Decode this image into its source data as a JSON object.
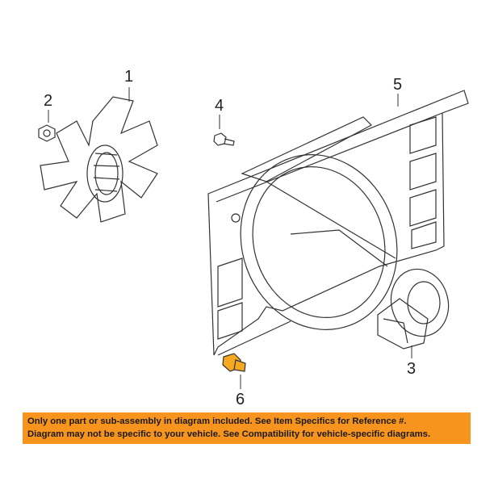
{
  "callouts": {
    "c1": "1",
    "c2": "2",
    "c3": "3",
    "c4": "4",
    "c5": "5",
    "c6": "6"
  },
  "banner": {
    "line1": "Only one part or sub-assembly in diagram included. See Item Specifics for Reference #.",
    "line2": "Diagram may not be specific to your vehicle. See Compatibility for vehicle-specific diagrams."
  },
  "colors": {
    "highlight": "#f7a823",
    "banner": "#f7941d",
    "line": "#333333"
  }
}
